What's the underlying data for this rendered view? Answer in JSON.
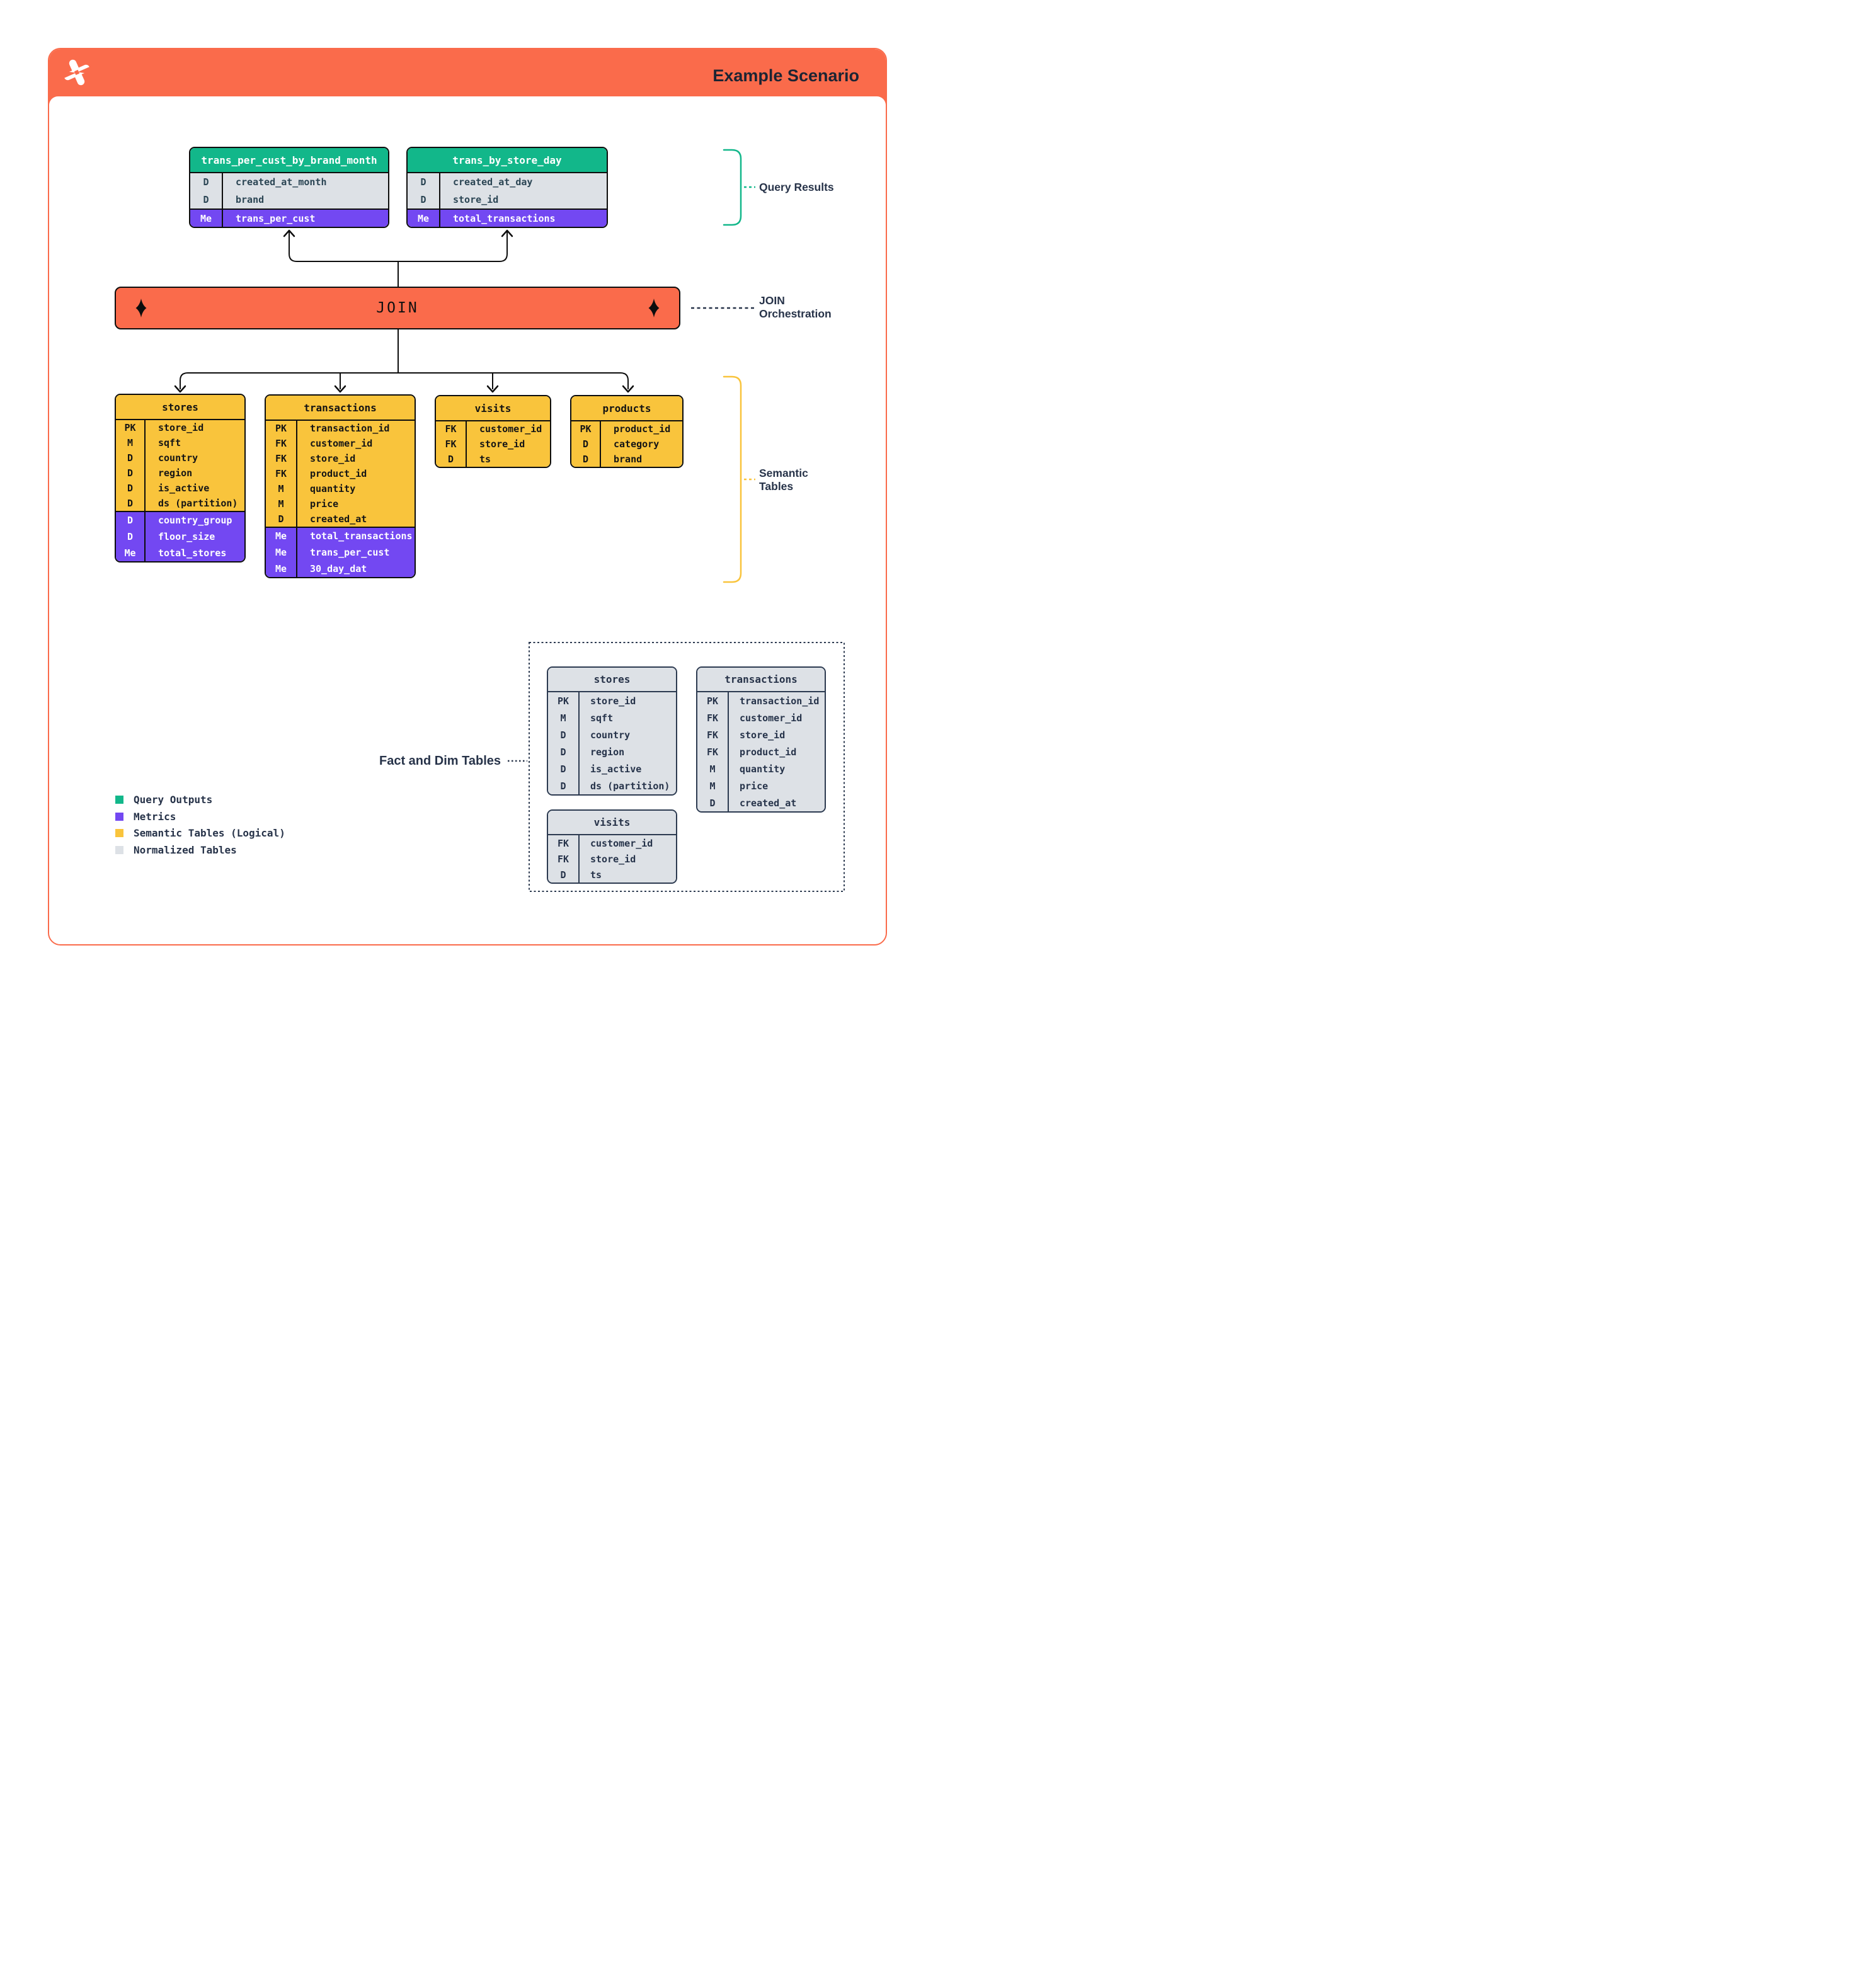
{
  "header": {
    "title": "Example Scenario",
    "logo": "dbt-pinwheel-star-icon"
  },
  "colors": {
    "orange": "#FA6B4B",
    "green": "#12B78A",
    "purple": "#7348F2",
    "yellow": "#F9C43C",
    "gray": "#DDE1E6",
    "navy": "#273349",
    "black": "#0D0D0D",
    "gray_border": "#2C3A50"
  },
  "join": {
    "label": "JOIN"
  },
  "annotations": {
    "query_results": "Query Results",
    "join_orchestration_line1": "JOIN",
    "join_orchestration_line2": "Orchestration",
    "semantic_tables_line1": "Semantic",
    "semantic_tables_line2": "Tables",
    "fact_dim": "Fact and Dim Tables"
  },
  "legend": {
    "items": [
      {
        "label": "Query Outputs",
        "color_key": "green"
      },
      {
        "label": "Metrics",
        "color_key": "purple"
      },
      {
        "label": "Semantic Tables (Logical)",
        "color_key": "yellow"
      },
      {
        "label": "Normalized Tables",
        "color_key": "gray"
      }
    ]
  },
  "query_result_tables": [
    {
      "name": "trans_per_cust_by_brand_month",
      "columns": [
        {
          "key": "D",
          "field": "created_at_month",
          "section": "base"
        },
        {
          "key": "D",
          "field": "brand",
          "section": "base"
        },
        {
          "key": "Me",
          "field": "trans_per_cust",
          "section": "metric"
        }
      ]
    },
    {
      "name": "trans_by_store_day",
      "columns": [
        {
          "key": "D",
          "field": "created_at_day",
          "section": "base"
        },
        {
          "key": "D",
          "field": "store_id",
          "section": "base"
        },
        {
          "key": "Me",
          "field": "total_transactions",
          "section": "metric"
        }
      ]
    }
  ],
  "semantic_tables": [
    {
      "name": "stores",
      "columns": [
        {
          "key": "PK",
          "field": "store_id",
          "section": "base"
        },
        {
          "key": "M",
          "field": "sqft",
          "section": "base"
        },
        {
          "key": "D",
          "field": "country",
          "section": "base"
        },
        {
          "key": "D",
          "field": "region",
          "section": "base"
        },
        {
          "key": "D",
          "field": "is_active",
          "section": "base"
        },
        {
          "key": "D",
          "field": "ds (partition)",
          "section": "base"
        },
        {
          "key": "D",
          "field": "country_group",
          "section": "metric"
        },
        {
          "key": "D",
          "field": "floor_size",
          "section": "metric"
        },
        {
          "key": "Me",
          "field": "total_stores",
          "section": "metric"
        }
      ]
    },
    {
      "name": "transactions",
      "columns": [
        {
          "key": "PK",
          "field": "transaction_id",
          "section": "base"
        },
        {
          "key": "FK",
          "field": "customer_id",
          "section": "base"
        },
        {
          "key": "FK",
          "field": "store_id",
          "section": "base"
        },
        {
          "key": "FK",
          "field": "product_id",
          "section": "base"
        },
        {
          "key": "M",
          "field": "quantity",
          "section": "base"
        },
        {
          "key": "M",
          "field": "price",
          "section": "base"
        },
        {
          "key": "D",
          "field": "created_at",
          "section": "base"
        },
        {
          "key": "Me",
          "field": "total_transactions",
          "section": "metric"
        },
        {
          "key": "Me",
          "field": "trans_per_cust",
          "section": "metric"
        },
        {
          "key": "Me",
          "field": "30_day_dat",
          "section": "metric"
        }
      ]
    },
    {
      "name": "visits",
      "columns": [
        {
          "key": "FK",
          "field": "customer_id",
          "section": "base"
        },
        {
          "key": "FK",
          "field": "store_id",
          "section": "base"
        },
        {
          "key": "D",
          "field": "ts",
          "section": "base"
        }
      ]
    },
    {
      "name": "products",
      "columns": [
        {
          "key": "PK",
          "field": "product_id",
          "section": "base"
        },
        {
          "key": "D",
          "field": "category",
          "section": "base"
        },
        {
          "key": "D",
          "field": "brand",
          "section": "base"
        }
      ]
    }
  ],
  "normalized_tables": [
    {
      "name": "stores",
      "columns": [
        {
          "key": "PK",
          "field": "store_id",
          "section": "base"
        },
        {
          "key": "M",
          "field": "sqft",
          "section": "base"
        },
        {
          "key": "D",
          "field": "country",
          "section": "base"
        },
        {
          "key": "D",
          "field": "region",
          "section": "base"
        },
        {
          "key": "D",
          "field": "is_active",
          "section": "base"
        },
        {
          "key": "D",
          "field": "ds (partition)",
          "section": "base"
        }
      ]
    },
    {
      "name": "transactions",
      "columns": [
        {
          "key": "PK",
          "field": "transaction_id",
          "section": "base"
        },
        {
          "key": "FK",
          "field": "customer_id",
          "section": "base"
        },
        {
          "key": "FK",
          "field": "store_id",
          "section": "base"
        },
        {
          "key": "FK",
          "field": "product_id",
          "section": "base"
        },
        {
          "key": "M",
          "field": "quantity",
          "section": "base"
        },
        {
          "key": "M",
          "field": "price",
          "section": "base"
        },
        {
          "key": "D",
          "field": "created_at",
          "section": "base"
        }
      ]
    },
    {
      "name": "visits",
      "columns": [
        {
          "key": "FK",
          "field": "customer_id",
          "section": "base"
        },
        {
          "key": "FK",
          "field": "store_id",
          "section": "base"
        },
        {
          "key": "D",
          "field": "ts",
          "section": "base"
        }
      ]
    }
  ]
}
